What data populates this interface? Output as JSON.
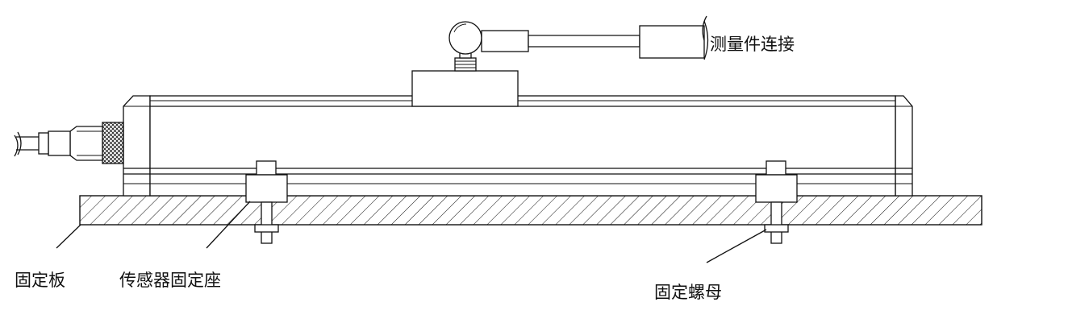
{
  "labels": {
    "measure_connection": "测量件连接",
    "fixing_plate": "固定板",
    "sensor_mount": "传感器固定座",
    "fixing_nut": "固定螺母"
  }
}
